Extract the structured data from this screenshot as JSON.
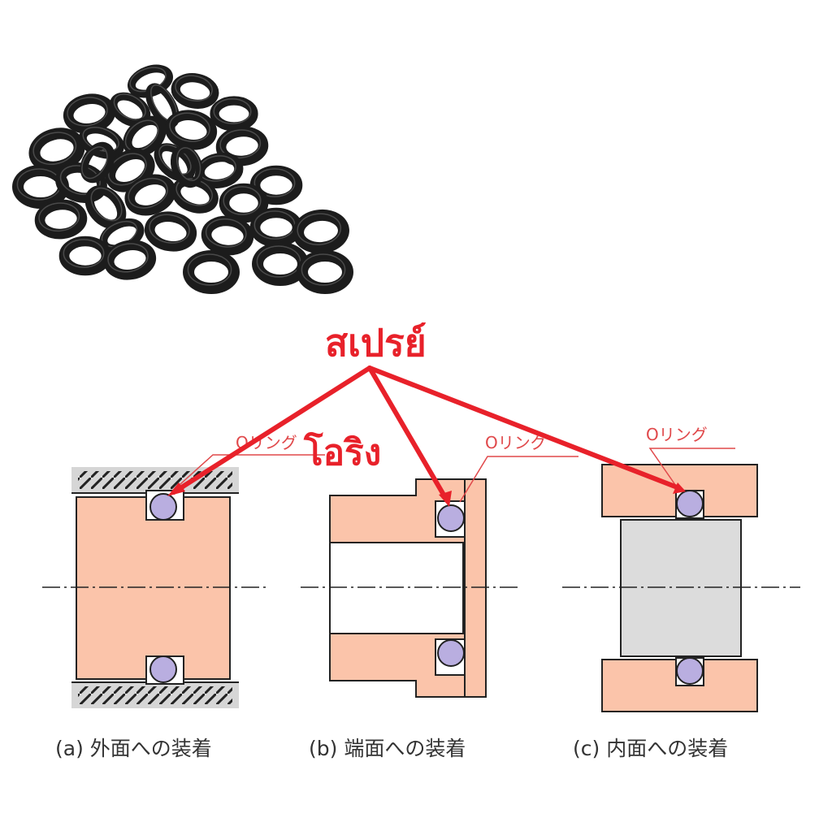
{
  "annotations": {
    "spray": "สเปรย์",
    "oring_thai": "โอริง",
    "color": "#e8212a"
  },
  "diagrams": [
    {
      "id": "a",
      "oring_label": "Oリング",
      "caption": "(a) 外面への装着"
    },
    {
      "id": "b",
      "oring_label": "Oリング",
      "caption": "(b) 端面への装着"
    },
    {
      "id": "c",
      "oring_label": "Oリング",
      "caption": "(c) 内面への装着"
    }
  ],
  "colors": {
    "part_fill": "#fbc4aa",
    "shaft_fill": "#dcdcdc",
    "oring_fill": "#b9aee0",
    "outline": "#222222",
    "leader_red": "#e0484a",
    "rings_photo": "#1c1c1c"
  }
}
